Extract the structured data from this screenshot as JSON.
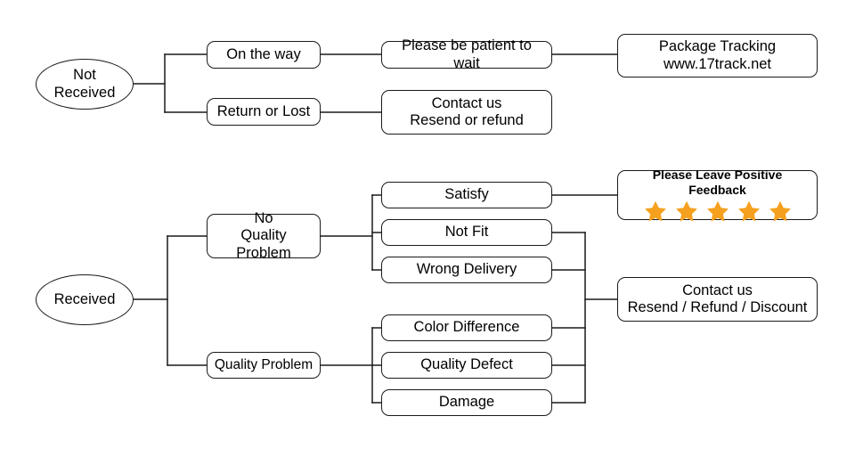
{
  "diagram": {
    "title": "Order Status Decision Flowchart",
    "accent_color": "#F5A01E",
    "line_color": "#1a1a1a",
    "background": "#ffffff"
  },
  "nodes": {
    "not_received": {
      "label": "Not\nReceived",
      "shape": "ellipse"
    },
    "on_the_way": {
      "label": "On the way",
      "shape": "rounded-rect"
    },
    "return_or_lost": {
      "label": "Return or Lost",
      "shape": "rounded-rect"
    },
    "please_wait": {
      "label": "Please be patient to wait",
      "shape": "rounded-rect"
    },
    "contact_resend_refund": {
      "label": "Contact us\nResend or refund",
      "shape": "rounded-rect"
    },
    "package_tracking": {
      "label": "Package Tracking\nwww.17track.net",
      "shape": "rounded-rect"
    },
    "received": {
      "label": "Received",
      "shape": "ellipse"
    },
    "no_quality_problem": {
      "label": "No\nQuality Problem",
      "shape": "rounded-rect"
    },
    "quality_problem": {
      "label": "Quality Problem",
      "shape": "rounded-rect"
    },
    "satisfy": {
      "label": "Satisfy",
      "shape": "rounded-rect"
    },
    "not_fit": {
      "label": "Not Fit",
      "shape": "rounded-rect"
    },
    "wrong_delivery": {
      "label": "Wrong Delivery",
      "shape": "rounded-rect"
    },
    "color_difference": {
      "label": "Color Difference",
      "shape": "rounded-rect"
    },
    "quality_defect": {
      "label": "Quality Defect",
      "shape": "rounded-rect"
    },
    "damage": {
      "label": "Damage",
      "shape": "rounded-rect"
    },
    "feedback": {
      "label": "Please Leave Positive Feedback",
      "shape": "rounded-rect",
      "star_count": 5,
      "star_color": "#F5A01E"
    },
    "contact_resend_refund_discount": {
      "label": "Contact us\nResend / Refund / Discount",
      "shape": "rounded-rect"
    }
  },
  "edges": [
    {
      "from": "not_received",
      "to": "on_the_way"
    },
    {
      "from": "not_received",
      "to": "return_or_lost"
    },
    {
      "from": "on_the_way",
      "to": "please_wait"
    },
    {
      "from": "please_wait",
      "to": "package_tracking"
    },
    {
      "from": "return_or_lost",
      "to": "contact_resend_refund"
    },
    {
      "from": "received",
      "to": "no_quality_problem"
    },
    {
      "from": "received",
      "to": "quality_problem"
    },
    {
      "from": "no_quality_problem",
      "to": "satisfy"
    },
    {
      "from": "no_quality_problem",
      "to": "not_fit"
    },
    {
      "from": "no_quality_problem",
      "to": "wrong_delivery"
    },
    {
      "from": "quality_problem",
      "to": "color_difference"
    },
    {
      "from": "quality_problem",
      "to": "quality_defect"
    },
    {
      "from": "quality_problem",
      "to": "damage"
    },
    {
      "from": "satisfy",
      "to": "feedback"
    },
    {
      "from": "not_fit",
      "to": "contact_resend_refund_discount"
    },
    {
      "from": "wrong_delivery",
      "to": "contact_resend_refund_discount"
    },
    {
      "from": "color_difference",
      "to": "contact_resend_refund_discount"
    },
    {
      "from": "quality_defect",
      "to": "contact_resend_refund_discount"
    },
    {
      "from": "damage",
      "to": "contact_resend_refund_discount"
    }
  ]
}
